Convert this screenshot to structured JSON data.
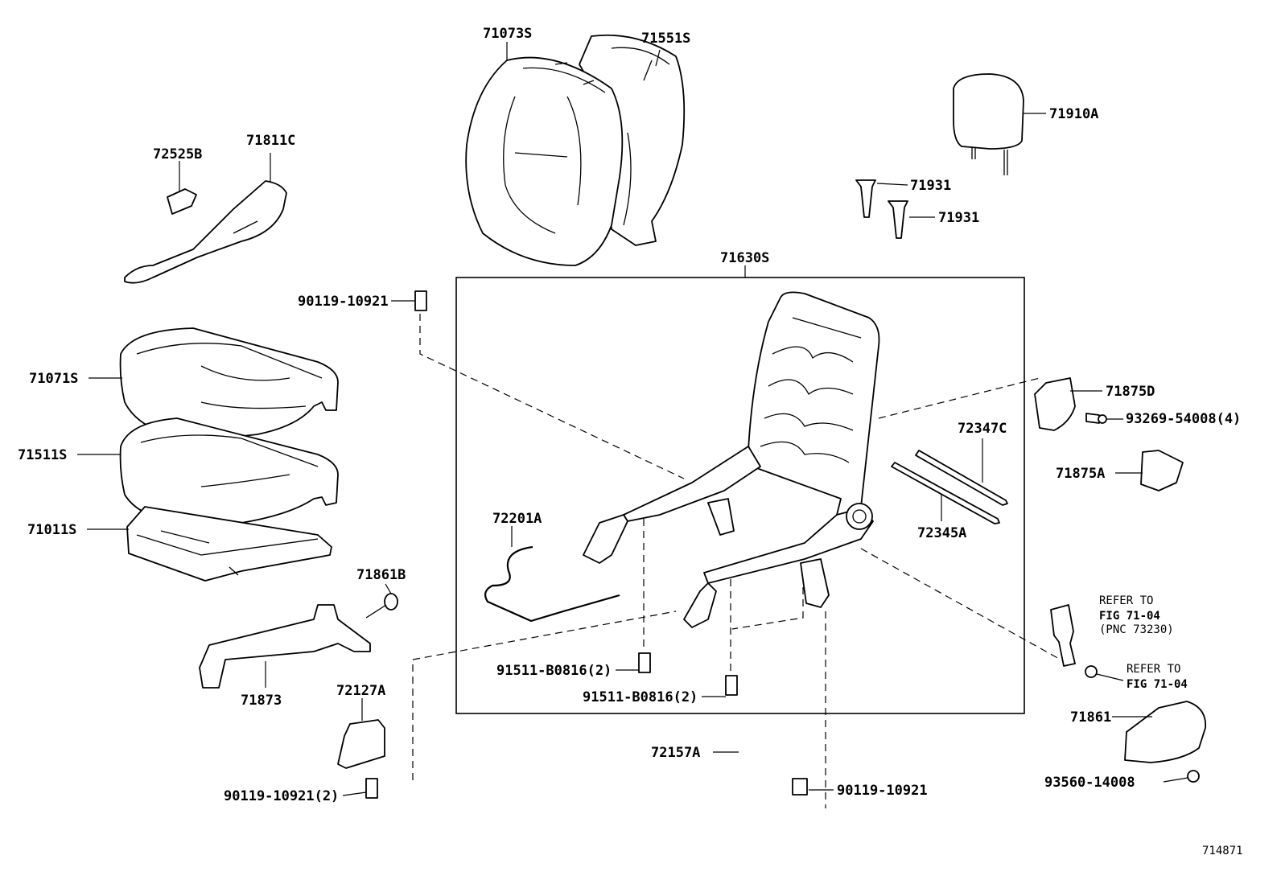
{
  "labels": {
    "p71073S": "71073S",
    "p71551S": "71551S",
    "p71910A": "71910A",
    "p72525B": "72525B",
    "p71811C": "71811C",
    "p71931a": "71931",
    "p71931b": "71931",
    "p71630S": "71630S",
    "p90119_top": "90119-10921",
    "p71071S": "71071S",
    "p71511S": "71511S",
    "p71011S": "71011S",
    "p71875D": "71875D",
    "p93269": "93269-54008(4)",
    "p72347C": "72347C",
    "p71875A": "71875A",
    "p72201A": "72201A",
    "p72345A": "72345A",
    "p71861B": "71861B",
    "p71873": "71873",
    "p72127A": "72127A",
    "p91511a": "91511-B0816(2)",
    "p91511b": "91511-B0816(2)",
    "p72157A": "72157A",
    "p90119_bl": "90119-10921(2)",
    "p90119_bm": "90119-10921",
    "p71861": "71861",
    "p93560": "93560-14008",
    "refer1_line1": "REFER TO",
    "refer1_line2": "FIG 71-04",
    "refer1_line3": "(PNC 73230)",
    "refer2_line1": "REFER TO",
    "refer2_line2": "FIG 71-04",
    "figure_id": "714871"
  }
}
